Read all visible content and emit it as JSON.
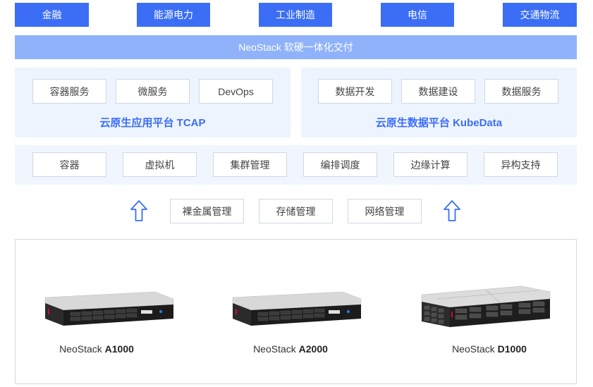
{
  "industries": [
    "金融",
    "能源电力",
    "工业制造",
    "电信",
    "交通物流"
  ],
  "banner": "NeoStack 软硬一体化交付",
  "tcap": {
    "services": [
      "容器服务",
      "微服务",
      "DevOps"
    ],
    "title": "云原生应用平台 TCAP"
  },
  "kubedata": {
    "services": [
      "数据开发",
      "数据建设",
      "数据服务"
    ],
    "title": "云原生数据平台 KubeData"
  },
  "infrastructure": [
    "容器",
    "虚拟机",
    "集群管理",
    "编排调度",
    "边缘计算",
    "异构支持"
  ],
  "management": [
    "裸金属管理",
    "存储管理",
    "网络管理"
  ],
  "servers": [
    {
      "prefix": "NeoStack",
      "model": "A1000"
    },
    {
      "prefix": "NeoStack",
      "model": "A2000"
    },
    {
      "prefix": "NeoStack",
      "model": "D1000"
    }
  ],
  "colors": {
    "primary": "#3b6ef5",
    "banner": "#8fb2fa",
    "panel": "#eef4fe"
  }
}
